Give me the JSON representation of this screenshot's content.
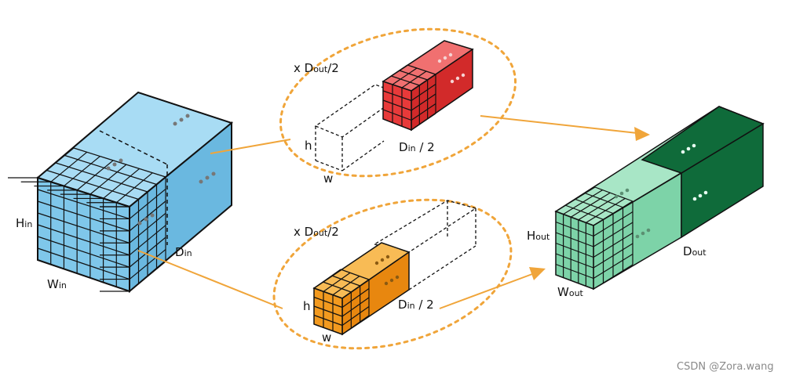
{
  "colors": {
    "input_front": "#7fc7ea",
    "input_top": "#a8dcf4",
    "input_side": "#6ab8e0",
    "red_front": "#e83a3a",
    "red_top": "#f07070",
    "red_side": "#d22a2a",
    "orange_front": "#f39a1f",
    "orange_top": "#f8bb55",
    "orange_side": "#e8870f",
    "green_front": "#7dd3a8",
    "green_top": "#a8e6c6",
    "green_side": "#0f6b3a",
    "green_dark_front": "#0f6b3a",
    "ellipse": "#f0a53a",
    "arrow": "#f0a53a",
    "ink": "#111111"
  },
  "labels": {
    "input_height": [
      "H",
      "in"
    ],
    "input_width": [
      "W",
      "in"
    ],
    "input_depth": [
      "D",
      "in"
    ],
    "group1_count": [
      "x D",
      "out",
      "/2"
    ],
    "group1_h": "h",
    "group1_w": "w",
    "group1_depth": [
      "D",
      "in",
      " / 2"
    ],
    "group2_count": [
      "x D",
      "out",
      "/2"
    ],
    "group2_h": "h",
    "group2_w": "w",
    "group2_depth": [
      "D",
      "in",
      " / 2"
    ],
    "output_height": [
      "H",
      "out"
    ],
    "output_width": [
      "W",
      "out"
    ],
    "output_depth": [
      "D",
      "out"
    ]
  },
  "watermark": "CSDN @Zora.wang"
}
